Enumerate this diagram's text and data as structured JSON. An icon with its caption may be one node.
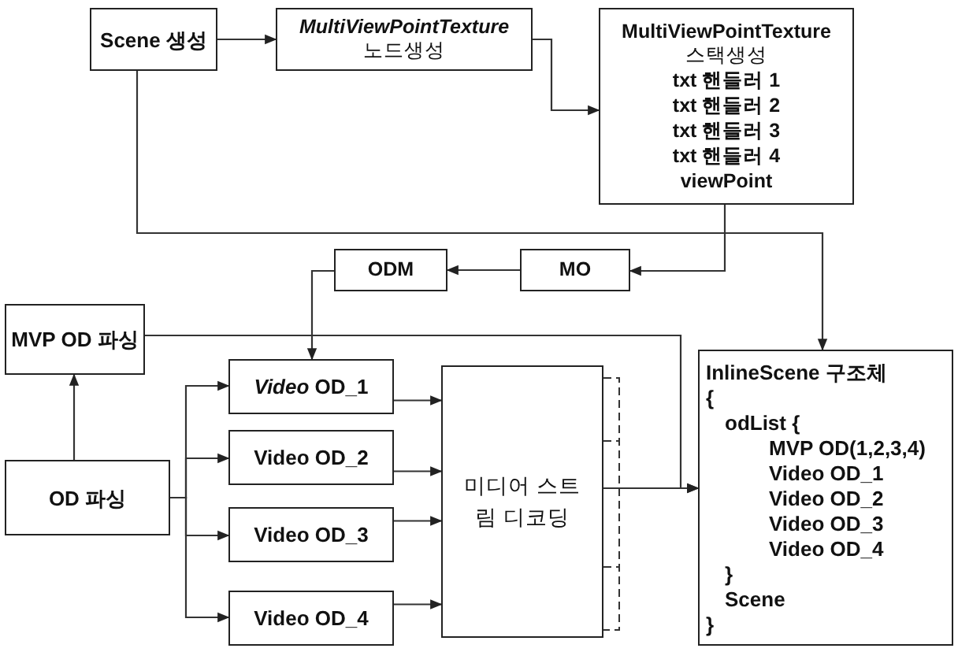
{
  "diagram": {
    "nodes": [
      {
        "text": [
          "Scene 생성"
        ]
      },
      {
        "text": [
          "*MultiViewPointTexture*",
          "노드생성"
        ]
      },
      {
        "text": [
          "MultiViewPointTexture",
          "스택생성",
          "txt 핸들러 1",
          "txt 핸들러 2",
          "txt 핸들러 3",
          "txt 핸들러 4",
          "viewPoint"
        ]
      },
      {
        "text": [
          "ODM"
        ]
      },
      {
        "text": [
          "MO"
        ]
      },
      {
        "text": [
          "MVP OD 파싱"
        ]
      },
      {
        "text": [
          "OD 파싱"
        ]
      },
      {
        "text": [
          "*Video* OD_1"
        ]
      },
      {
        "text": [
          "Video OD_2"
        ]
      },
      {
        "text": [
          "Video OD_3"
        ]
      },
      {
        "text": [
          "Video OD_4"
        ]
      },
      {
        "text": [
          "미디어 스트림 디코딩"
        ]
      },
      {
        "text": [
          "InlineScene 구조체",
          "{",
          "odList {",
          "MVP OD(1,2,3,4)",
          "Video OD_1",
          "Video OD_2",
          "Video OD_3",
          "Video OD_4",
          "}",
          "Scene",
          "}"
        ]
      }
    ],
    "edges": [
      {
        "from": 0,
        "to": 1,
        "arrow": "to"
      },
      {
        "from": 1,
        "to": 2,
        "arrow": "to"
      },
      {
        "from": 0,
        "to": 12,
        "arrow": "to"
      },
      {
        "from": 2,
        "to": 4,
        "arrow": "to"
      },
      {
        "from": 4,
        "to": 3,
        "arrow": "to"
      },
      {
        "from": 3,
        "to": 7,
        "arrow": "to"
      },
      {
        "from": 5,
        "to": 12,
        "arrow": "to"
      },
      {
        "from": 6,
        "to": 5,
        "arrow": "to"
      },
      {
        "from": 6,
        "to": 7,
        "arrow": "to"
      },
      {
        "from": 6,
        "to": 8,
        "arrow": "to"
      },
      {
        "from": 6,
        "to": 9,
        "arrow": "to"
      },
      {
        "from": 6,
        "to": 10,
        "arrow": "to"
      },
      {
        "from": 7,
        "to": 11,
        "arrow": "to"
      },
      {
        "from": 8,
        "to": 11,
        "arrow": "to"
      },
      {
        "from": 9,
        "to": 11,
        "arrow": "to"
      },
      {
        "from": 10,
        "to": 11,
        "arrow": "to"
      },
      {
        "from": 11,
        "to": 12,
        "arrow": "to"
      }
    ]
  }
}
